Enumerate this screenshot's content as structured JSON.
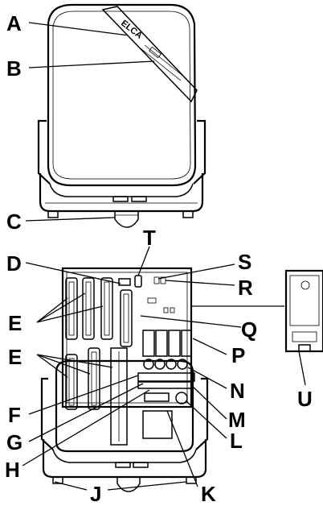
{
  "device": {
    "brand_label": "ELCA"
  },
  "callouts": {
    "A": "A",
    "B": "B",
    "C": "C",
    "D": "D",
    "E_top": "E",
    "E_bottom": "E",
    "F": "F",
    "G": "G",
    "H": "H",
    "J": "J",
    "K": "K",
    "L": "L",
    "M": "M",
    "N": "N",
    "P": "P",
    "Q": "Q",
    "R": "R",
    "S": "S",
    "T": "T",
    "U": "U"
  }
}
